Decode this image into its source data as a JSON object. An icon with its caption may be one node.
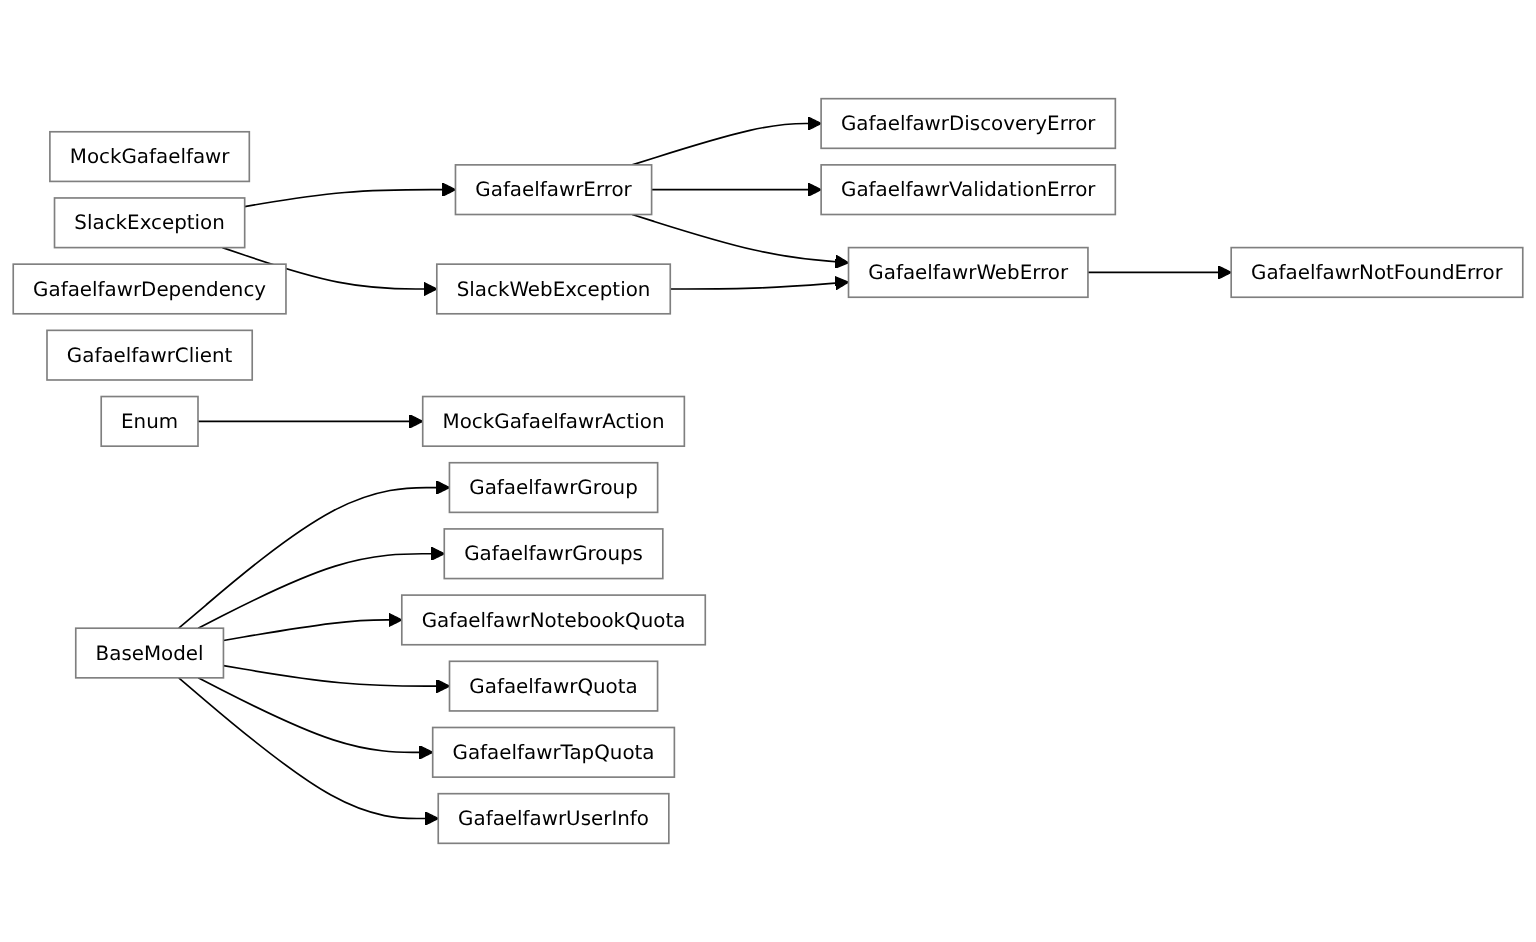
{
  "diagram": {
    "nodes": [
      {
        "text": [
          "MockGafaelfawr"
        ]
      },
      {
        "text": [
          "SlackException"
        ]
      },
      {
        "text": [
          "GafaelfawrDependency"
        ]
      },
      {
        "text": [
          "GafaelfawrClient"
        ]
      },
      {
        "text": [
          "Enum"
        ]
      },
      {
        "text": [
          "BaseModel"
        ]
      },
      {
        "text": [
          "GafaelfawrError"
        ]
      },
      {
        "text": [
          "SlackWebException"
        ]
      },
      {
        "text": [
          "MockGafaelfawrAction"
        ]
      },
      {
        "text": [
          "GafaelfawrGroup"
        ]
      },
      {
        "text": [
          "GafaelfawrGroups"
        ]
      },
      {
        "text": [
          "GafaelfawrNotebookQuota"
        ]
      },
      {
        "text": [
          "GafaelfawrQuota"
        ]
      },
      {
        "text": [
          "GafaelfawrTapQuota"
        ]
      },
      {
        "text": [
          "GafaelfawrUserInfo"
        ]
      },
      {
        "text": [
          "GafaelfawrDiscoveryError"
        ]
      },
      {
        "text": [
          "GafaelfawrValidationError"
        ]
      },
      {
        "text": [
          "GafaelfawrWebError"
        ]
      },
      {
        "text": [
          "GafaelfawrNotFoundError"
        ]
      }
    ],
    "edges": [
      {
        "from": 1,
        "to": 6,
        "arrow": "to"
      },
      {
        "from": 1,
        "to": 7,
        "arrow": "to"
      },
      {
        "from": 4,
        "to": 8,
        "arrow": "to"
      },
      {
        "from": 5,
        "to": 9,
        "arrow": "to"
      },
      {
        "from": 5,
        "to": 10,
        "arrow": "to"
      },
      {
        "from": 5,
        "to": 11,
        "arrow": "to"
      },
      {
        "from": 5,
        "to": 12,
        "arrow": "to"
      },
      {
        "from": 5,
        "to": 13,
        "arrow": "to"
      },
      {
        "from": 5,
        "to": 14,
        "arrow": "to"
      },
      {
        "from": 6,
        "to": 15,
        "arrow": "to"
      },
      {
        "from": 6,
        "to": 16,
        "arrow": "to"
      },
      {
        "from": 6,
        "to": 17,
        "arrow": "to"
      },
      {
        "from": 7,
        "to": 17,
        "arrow": "to"
      },
      {
        "from": 17,
        "to": 18,
        "arrow": "to"
      }
    ]
  }
}
